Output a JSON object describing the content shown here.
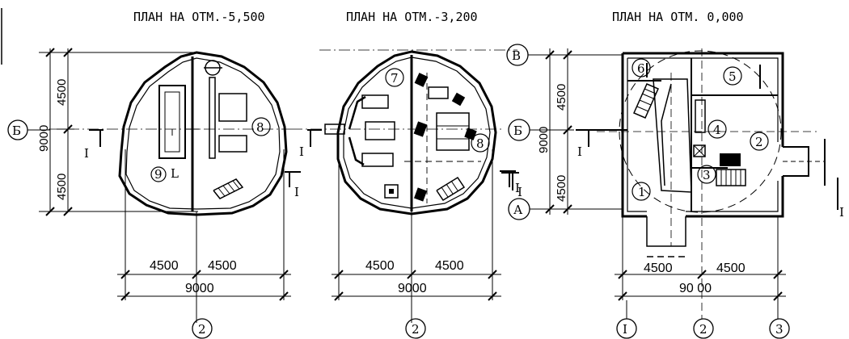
{
  "plans": [
    {
      "title": "ПЛАН НА ОТМ.-5,500",
      "dim_left": "4500",
      "dim_right": "4500",
      "dim_total": "9000",
      "dim_top_v": "4500",
      "dim_bottom_v": "4500",
      "dim_overall_v": "9000",
      "axis_bottom": "2",
      "axis_left": "Б",
      "section_mark": "I",
      "rooms": [
        "8",
        "9"
      ]
    },
    {
      "title": "ПЛАН НА ОТМ.-3,200",
      "dim_left": "4500",
      "dim_right": "4500",
      "dim_total": "9000",
      "axis_bottom": "2",
      "section_mark": "I",
      "rooms": [
        "7",
        "8"
      ]
    },
    {
      "title": "ПЛАН НА ОТМ. 0,000",
      "dim_left": "4500",
      "dim_right": "4500",
      "dim_total": "90 00",
      "dim_top_v": "4500",
      "dim_bottom_v": "4500",
      "dim_overall_v": "9000",
      "axis_top": "В",
      "axis_mid": "Б",
      "axis_low": "А",
      "axis_bottom": [
        "I",
        "2",
        "3"
      ],
      "section_mark": "I",
      "rooms": [
        "6",
        "5",
        "4",
        "2",
        "3",
        "1"
      ]
    }
  ]
}
